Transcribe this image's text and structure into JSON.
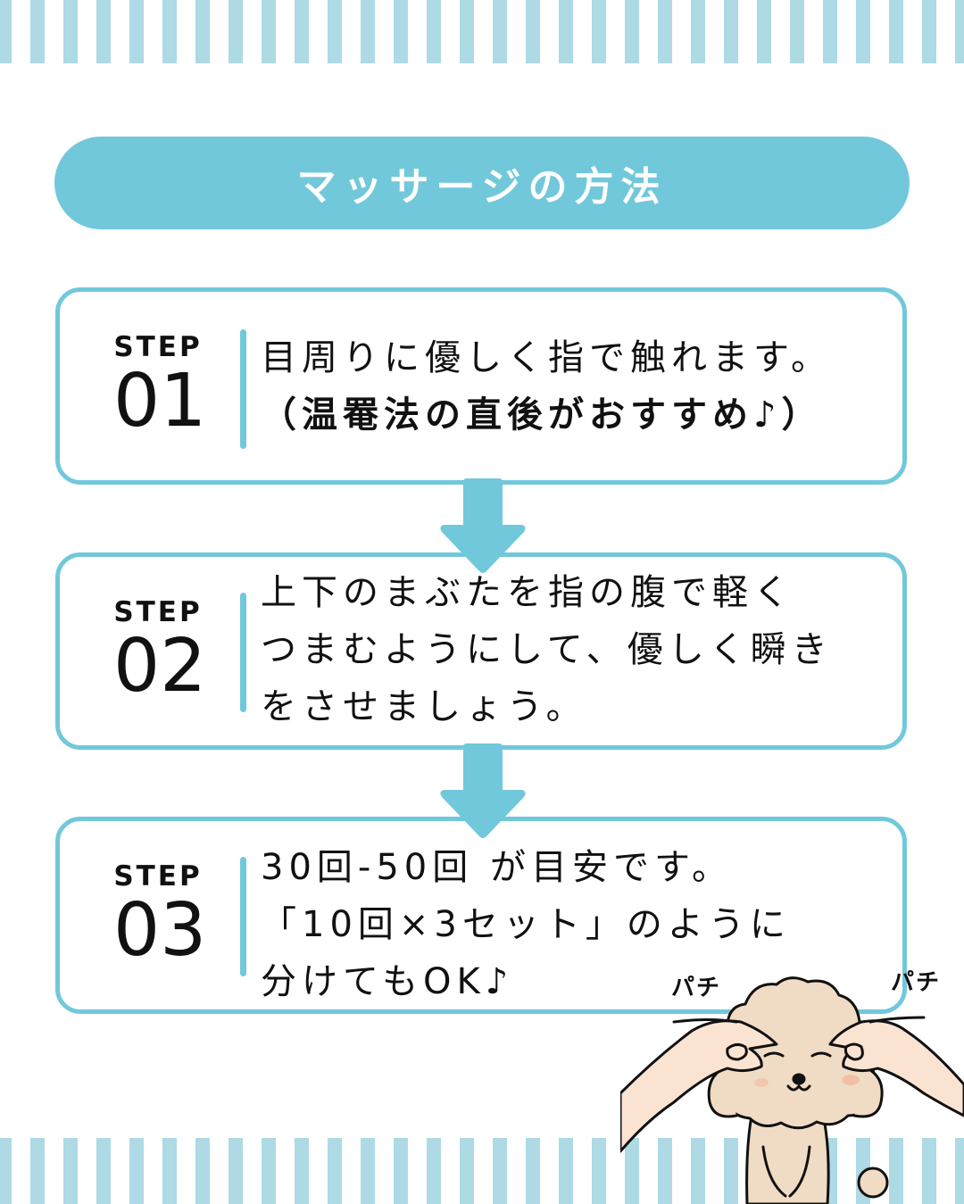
{
  "colors": {
    "accent": "#72C8DB",
    "stripe": "#ADDAE5",
    "text": "#111111",
    "background": "#FFFFFF"
  },
  "title": "マッサージの方法",
  "steps": [
    {
      "label": "STEP",
      "number": "01",
      "lines": [
        "目周りに優しく指で触れます。",
        "（温罨法の直後がおすすめ♪）"
      ]
    },
    {
      "label": "STEP",
      "number": "02",
      "lines": [
        "上下のまぶたを指の腹で軽く",
        "つまむようにして、優しく瞬き",
        "をさせましょう。"
      ]
    },
    {
      "label": "STEP",
      "number": "03",
      "lines": [
        "30回-50回 が目安です。",
        "「10回×3セット」のように",
        "分けてもOK♪"
      ]
    }
  ],
  "illustration": {
    "subject": "poodle-eye-massage",
    "sound_effects": [
      "パチ",
      "パチ"
    ]
  }
}
